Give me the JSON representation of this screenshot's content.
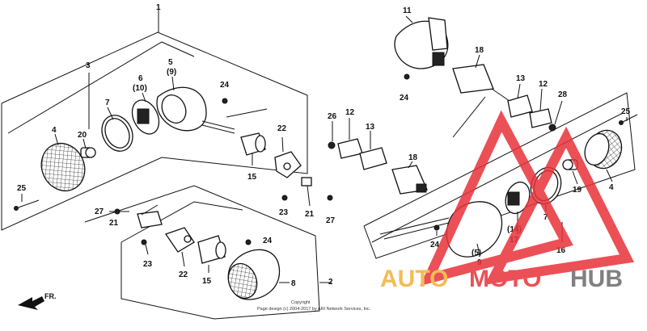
{
  "diagram": {
    "labels": {
      "1": "1",
      "2": "2",
      "3": "3",
      "4": "4",
      "5": "5",
      "5b": "(9)",
      "6": "6",
      "6b": "(10)",
      "7": "7",
      "8": "8",
      "9": "9",
      "9b": "(5)",
      "11": "11",
      "12": "12",
      "13": "13",
      "14": "(14)",
      "15": "15",
      "16": "16",
      "17": "17",
      "18": "18",
      "19": "19",
      "20": "20",
      "21": "21",
      "22": "22",
      "23": "23",
      "24": "24",
      "25": "25",
      "26": "26",
      "27": "27",
      "28": "28"
    },
    "front_marker": "FR.",
    "copyright": "Copyright",
    "copyright_line": "Page design (c) 2004-2017 by ARI Network Services, Inc.",
    "watermark_text": {
      "part1": "AUTO",
      "part2": "MOTO",
      "part3": "HUB"
    }
  },
  "colors": {
    "watermark_red": "#e8323a",
    "watermark_orange": "#f2b13a",
    "watermark_gray": "#6b6b6b"
  }
}
